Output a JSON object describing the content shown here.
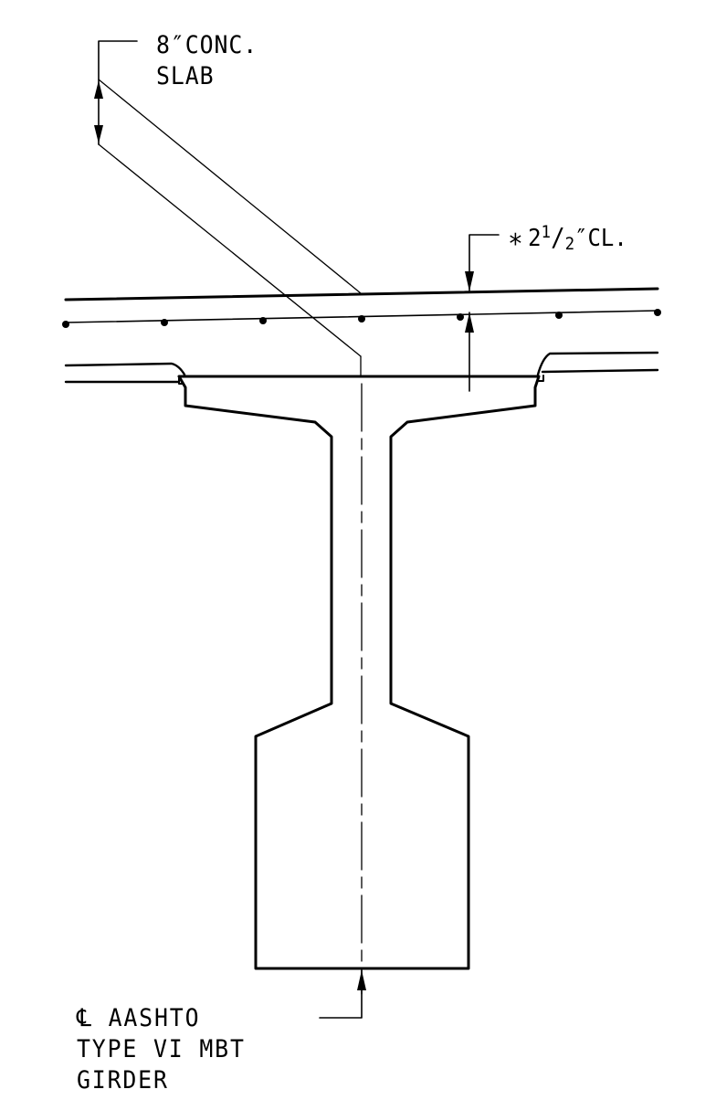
{
  "labels": {
    "slab_line1": "8″CONC.",
    "slab_line2": "SLAB",
    "cover_symbol": "∗",
    "cover_whole": "2",
    "cover_num": "1",
    "cover_slash": "/",
    "cover_den": "2",
    "cover_unit": "″CL.",
    "girder_cl": "℄",
    "girder_line1_text": " AASHTO",
    "girder_line2": "TYPE VI MBT",
    "girder_line3": "GIRDER"
  }
}
